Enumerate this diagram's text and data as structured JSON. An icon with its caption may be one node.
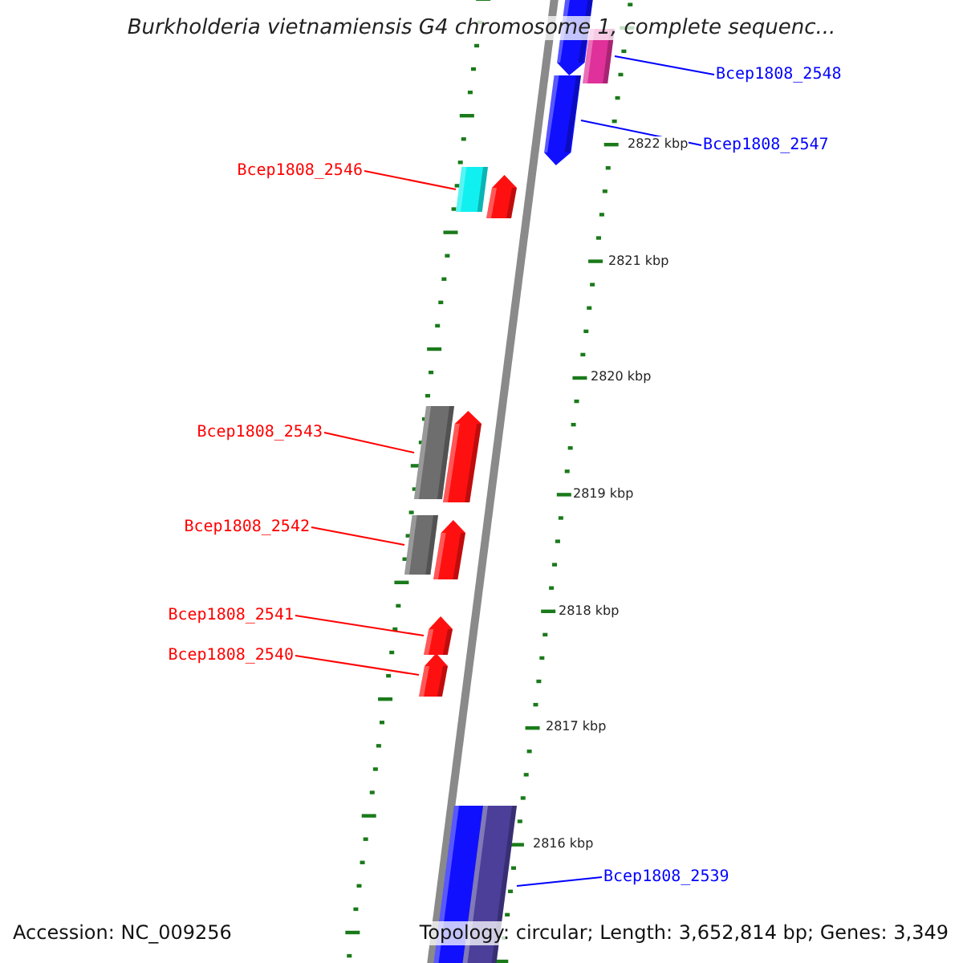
{
  "diagram": {
    "title": "Burkholderia vietnamiensis G4 chromosome 1, complete sequenc...",
    "nodes": [
      {
        "text": [
          "Bcep1808_2548"
        ]
      },
      {
        "text": [],
        "shape": "bar"
      },
      {
        "text": [],
        "shape": "bar"
      },
      {
        "text": [
          "Bcep1808_2547"
        ]
      },
      {
        "text": [],
        "shape": "bar"
      },
      {
        "text": [
          "Bcep1808_2546"
        ]
      },
      {
        "text": [],
        "shape": "bar"
      },
      {
        "text": [],
        "shape": "bar"
      },
      {
        "text": [
          "Bcep1808_2543"
        ]
      },
      {
        "text": [],
        "shape": "bar"
      },
      {
        "text": [],
        "shape": "bar"
      },
      {
        "text": [
          "Bcep1808_2542"
        ]
      },
      {
        "text": [],
        "shape": "bar"
      },
      {
        "text": [],
        "shape": "bar"
      },
      {
        "text": [
          "Bcep1808_2541"
        ]
      },
      {
        "text": [],
        "shape": "bar"
      },
      {
        "text": [
          "Bcep1808_2540"
        ]
      },
      {
        "text": [],
        "shape": "bar"
      },
      {
        "text": [
          "Bcep1808_2539"
        ]
      },
      {
        "text": [],
        "shape": "bar"
      },
      {
        "text": [],
        "shape": "bar"
      }
    ],
    "edges": [
      {
        "from": 0,
        "to": 2,
        "arrow": "none",
        "color": "#0000ff"
      },
      {
        "from": 3,
        "to": 4,
        "arrow": "none",
        "color": "#0000ff"
      },
      {
        "from": 5,
        "to": 6,
        "arrow": "none"
      },
      {
        "from": 8,
        "to": 9,
        "arrow": "none"
      },
      {
        "from": 11,
        "to": 12,
        "arrow": "none"
      },
      {
        "from": 14,
        "to": 15,
        "arrow": "none"
      },
      {
        "from": 16,
        "to": 17,
        "arrow": "none"
      },
      {
        "from": 18,
        "to": 20,
        "arrow": "none",
        "color": "#0000ff"
      }
    ],
    "labels": [
      "2822 kbp",
      "2821 kbp",
      "2820 kbp",
      "2819 kbp",
      "2818 kbp",
      "2817 kbp",
      "2816 kbp",
      "Accession: NC_009256",
      "Topology: circular; Length: 3,652,814 bp; Genes: 3,349"
    ]
  }
}
